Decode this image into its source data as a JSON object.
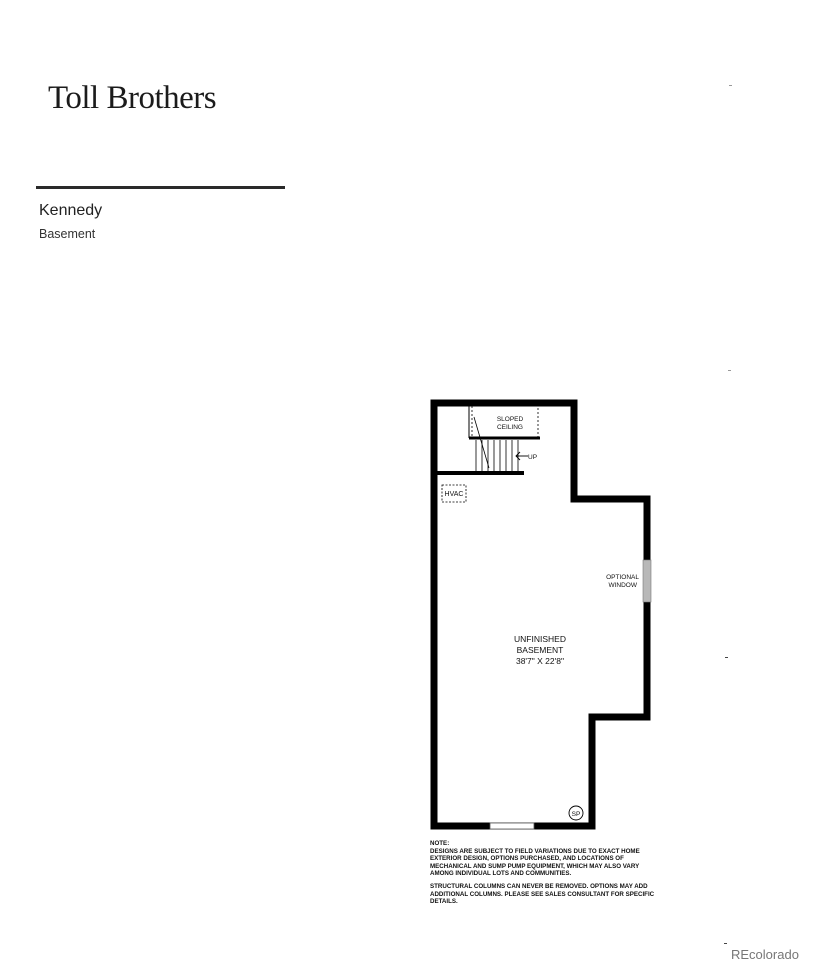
{
  "brand": {
    "logo_text": "Toll Brothers"
  },
  "plan": {
    "name": "Kennedy",
    "level": "Basement"
  },
  "floorplan": {
    "rooms": {
      "sloped_ceiling": [
        "SLOPED",
        "CEILING"
      ],
      "up": "UP",
      "hvac": "HVAC",
      "optional_window": [
        "OPTIONAL",
        "WINDOW"
      ],
      "basement_name": [
        "UNFINISHED",
        "BASEMENT"
      ],
      "basement_dims": "38'7\" X 22'8\"",
      "sump_pump": "SP"
    },
    "notes": {
      "heading": "NOTE:",
      "paragraph1": "DESIGNS ARE SUBJECT TO FIELD VARIATIONS DUE TO EXACT HOME EXTERIOR DESIGN, OPTIONS PURCHASED, AND LOCATIONS OF MECHANICAL AND SUMP PUMP EQUIPMENT, WHICH MAY ALSO VARY AMONG INDIVIDUAL LOTS AND COMMUNITIES.",
      "paragraph2": "STRUCTURAL COLUMNS CAN NEVER BE REMOVED. OPTIONS MAY ADD ADDITIONAL COLUMNS. PLEASE SEE SALES CONSULTANT FOR SPECIFIC DETAILS."
    }
  },
  "watermark": "REcolorado"
}
